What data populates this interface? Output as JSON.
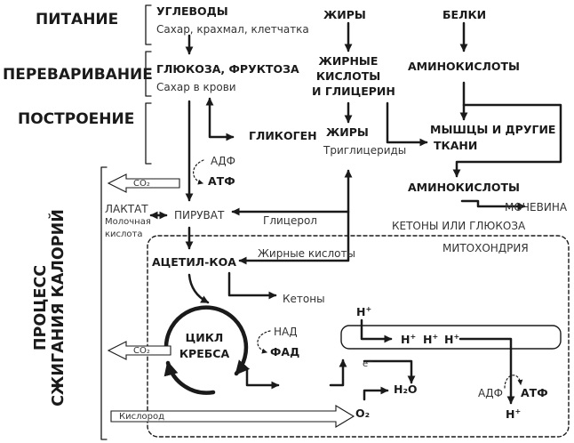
{
  "stages": {
    "nutrition": "ПИТАНИЕ",
    "digestion": "ПЕРЕВАРИВАНИЕ",
    "building": "ПОСТРОЕНИЕ",
    "burning_line1": "ПРОЦЕСС",
    "burning_line2": "СЖИГАНИЯ КАЛОРИЙ"
  },
  "carbs": {
    "title": "УГЛЕВОДЫ",
    "sub": "Сахар, крахмал, клетчатка",
    "glucose": "ГЛЮКОЗА, ФРУКТОЗА",
    "glucose_sub": "Сахар в крови",
    "glycogen": "ГЛИКОГЕН"
  },
  "fats": {
    "title": "ЖИРЫ",
    "acids_line1": "ЖИРНЫЕ",
    "acids_line2": "КИСЛОТЫ",
    "acids_line3": "И ГЛИЦЕРИН",
    "fats2": "ЖИРЫ",
    "triglycerides": "Триглицериды"
  },
  "proteins": {
    "title": "БЕЛКИ",
    "amino": "АМИНОКИСЛОТЫ",
    "muscles_line1": "МЫШЦЫ И ДРУГИЕ",
    "muscles_line2": "ТКАНИ",
    "amino2": "АМИНОКИСЛОТЫ",
    "urea": "МОЧЕВИНА",
    "ketones_glucose": "КЕТОНЫ ИЛИ ГЛЮКОЗА"
  },
  "glycolysis": {
    "adp": "АДФ",
    "atp": "АТФ",
    "co2": "CO₂",
    "lactate": "ЛАКТАТ",
    "lactic_line1": "Молочная",
    "lactic_line2": "кислота",
    "pyruvate": "ПИРУВАТ",
    "glycerol": "Глицерол",
    "fatty_acids": "Жирные кислоты"
  },
  "mitochondria": {
    "label": "МИТОХОНДРИЯ",
    "acetyl": "АЦЕТИЛ-КОА",
    "ketones": "Кетоны",
    "krebs_line1": "ЦИКЛ",
    "krebs_line2": "КРЕБСА",
    "nad": "НАД",
    "fad": "ФАД",
    "co2": "CO₂",
    "oxygen": "Кислород",
    "h": "H",
    "plus": "+",
    "electron": "e⁻",
    "h2o": "H₂O",
    "o2": "O₂",
    "adp": "АДФ",
    "atp": "АТФ"
  }
}
